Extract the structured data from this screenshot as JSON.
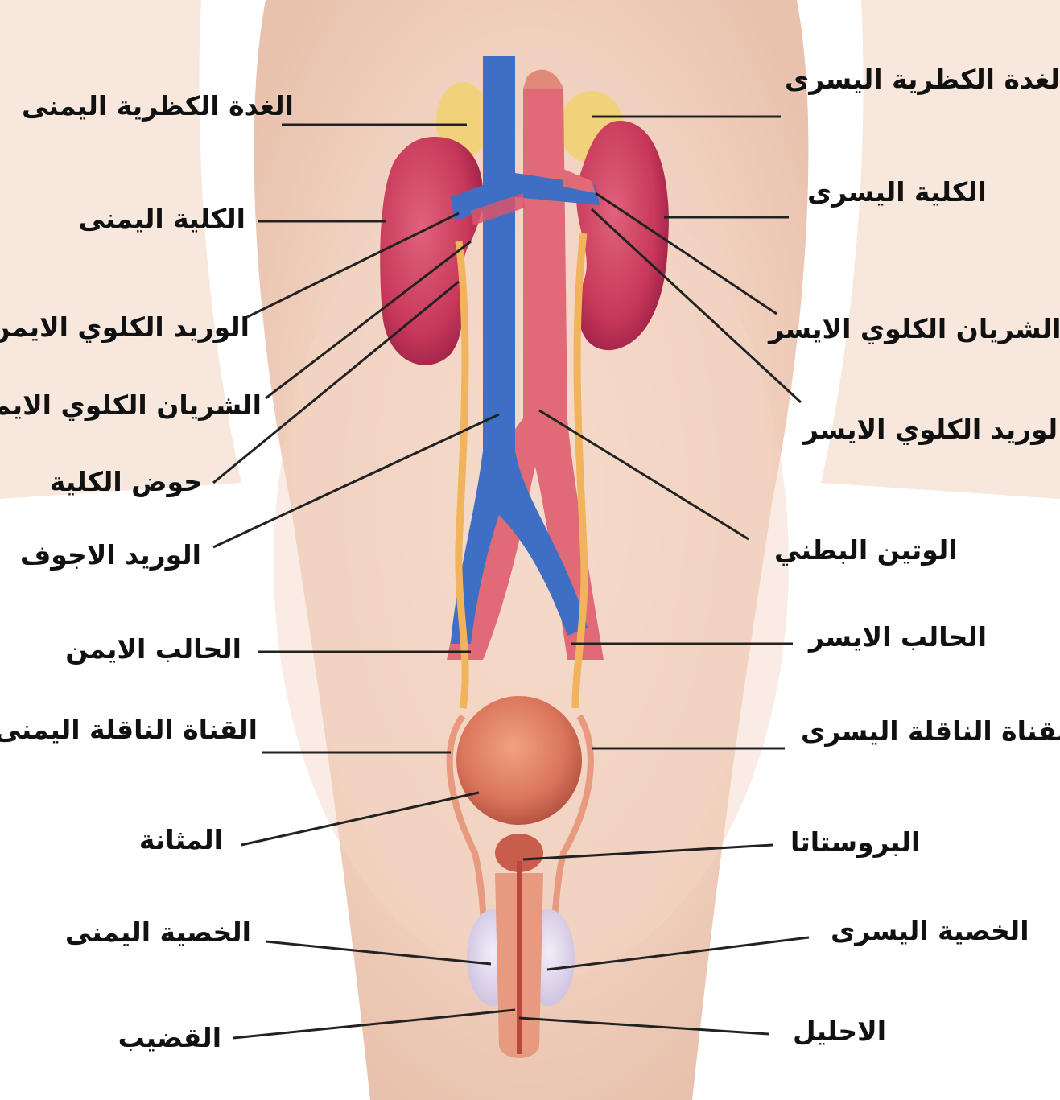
{
  "colors": {
    "skin": "#f4d8c8",
    "skin_shadow": "#e8c1ad",
    "kidney": "#c8385a",
    "vein": "#3f6fc4",
    "artery": "#e06b77",
    "ureter": "#f1b35c",
    "adrenal": "#f1d27a",
    "bladder": "#d9745a",
    "testis": "#dcd3e8",
    "leader_line": "#222222"
  },
  "labels": {
    "right_adrenal": "الغدة الكظرية اليمنى",
    "right_kidney": "الكلية اليمنى",
    "right_renal_vein": "الوريد الكلوي الايمن",
    "right_renal_artery": "الشريان الكلوي الايمن",
    "renal_pelvis": "حوض الكلية",
    "vena_cava": "الوريد الاجوف",
    "right_ureter": "الحالب الايمن",
    "right_vas": "القناة الناقلة اليمنى",
    "bladder": "المثانة",
    "right_testis": "الخصية اليمنى",
    "penis": "القضيب",
    "left_adrenal": "الغدة الكظرية اليسرى",
    "left_kidney": "الكلية اليسرى",
    "left_renal_artery": "الشريان الكلوي الايسر",
    "left_renal_vein": "الوريد الكلوي الايسر",
    "aorta": "الوتين البطني",
    "left_ureter": "الحالب الايسر",
    "left_vas": "القناة الناقلة اليسرى",
    "prostate": "البروستاتا",
    "left_testis": "الخصية اليسرى",
    "urethra": "الاحليل"
  }
}
